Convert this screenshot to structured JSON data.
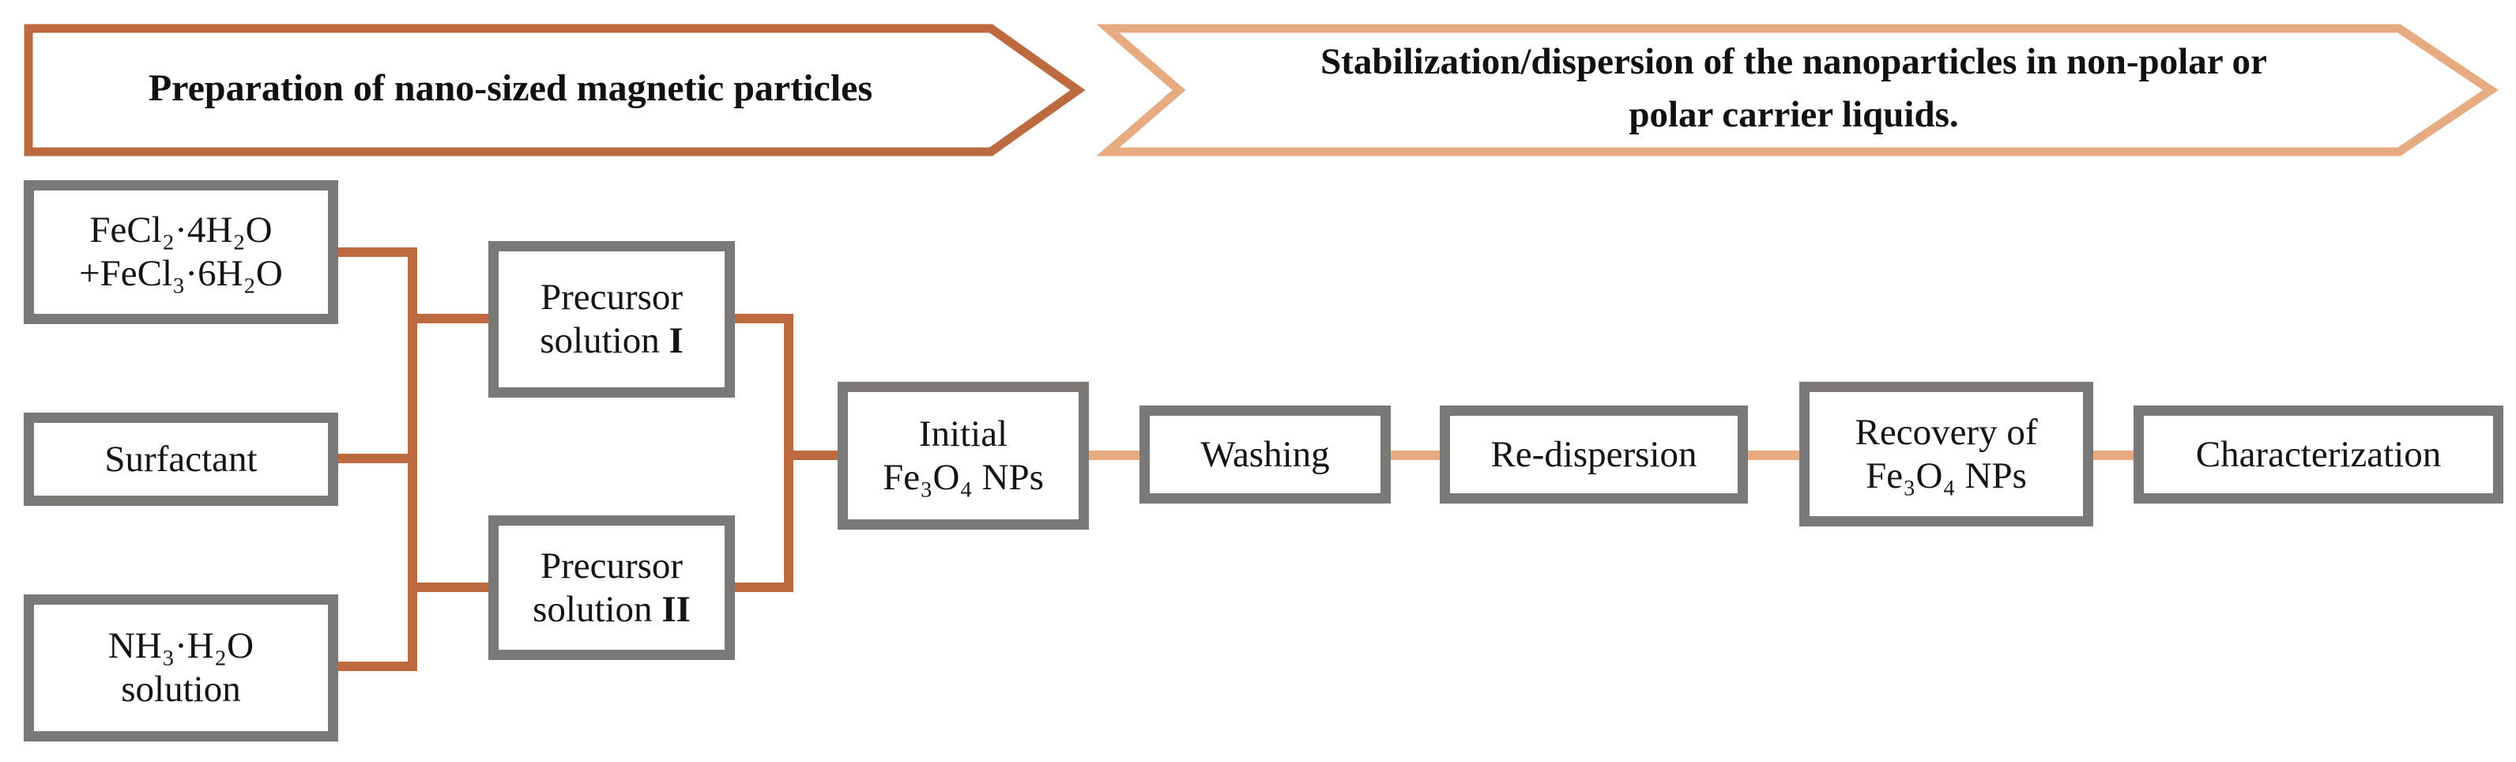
{
  "colors": {
    "stage1_accent": "#bd6a40",
    "stage2_accent": "#e7ab82",
    "node_border": "#7b7878",
    "text": "#141414",
    "background": "#ffffff"
  },
  "stage1_banner": {
    "label": "Preparation of nano-sized magnetic particles"
  },
  "stage2_banner": {
    "line1": "Stabilization/dispersion of the nanoparticles in non-polar or",
    "line2": "polar carrier liquids."
  },
  "nodes": {
    "iron_salts": {
      "line1": "FeCl₂·4H₂O",
      "line2": "+FeCl₃·6H₂O"
    },
    "surfactant": {
      "line1": "Surfactant"
    },
    "ammonia": {
      "line1": "NH₃·H₂O",
      "line2": "solution"
    },
    "precursor1": {
      "line1": "Precursor",
      "line2_prefix": "solution ",
      "line2_numeral": "I"
    },
    "precursor2": {
      "line1": "Precursor",
      "line2_prefix": "solution ",
      "line2_numeral": "II"
    },
    "initial_nps": {
      "line1": "Initial",
      "line2": "Fe₃O₄ NPs"
    },
    "washing": {
      "line1": "Washing"
    },
    "redispersion": {
      "line1": "Re-dispersion"
    },
    "recovery": {
      "line1": "Recovery of",
      "line2": "Fe₃O₄ NPs"
    },
    "characterization": {
      "line1": "Characterization"
    }
  }
}
